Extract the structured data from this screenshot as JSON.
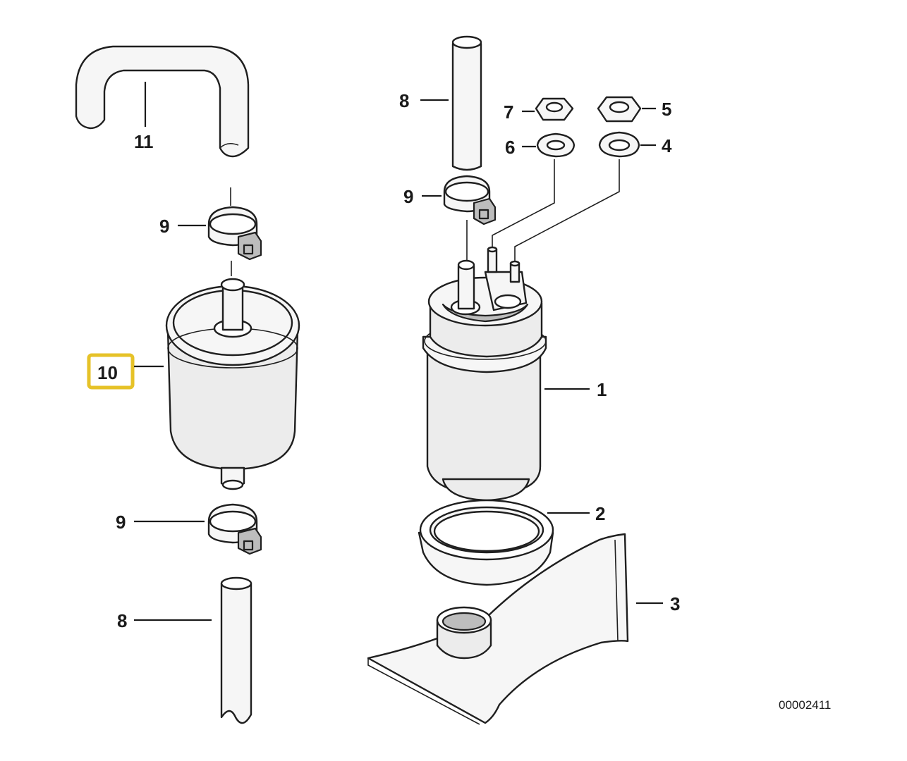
{
  "diagram": {
    "drawing_number": "00002411",
    "highlight_color": "#e6c228",
    "callouts": {
      "c1": "1",
      "c2": "2",
      "c3": "3",
      "c4": "4",
      "c5": "5",
      "c6": "6",
      "c7": "7",
      "c8_top": "8",
      "c8_bottom": "8",
      "c9_upper_left": "9",
      "c9_lower_left": "9",
      "c9_right": "9",
      "c10": "10",
      "c11": "11"
    }
  }
}
